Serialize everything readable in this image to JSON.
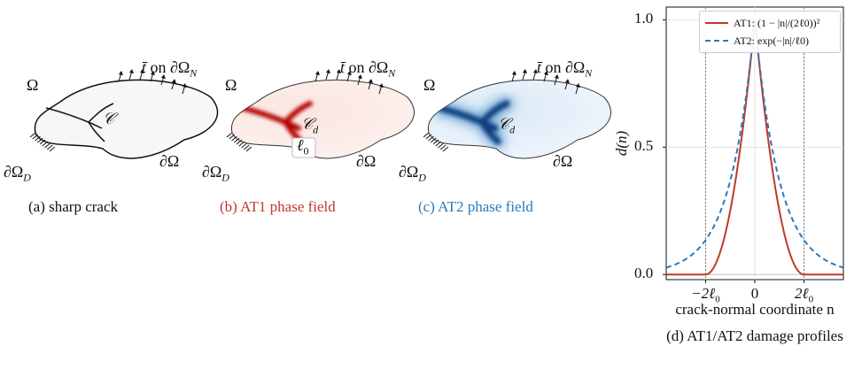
{
  "panels": {
    "a": {
      "caption": "(a) sharp crack",
      "omega": "Ω",
      "crack": "𝒞",
      "traction": "t̄",
      "traction_on": "on ∂Ω",
      "traction_sub": "N",
      "boundary": "∂Ω",
      "dirichlet": "∂Ω",
      "dirichlet_sub": "D"
    },
    "b": {
      "caption": "(b) AT1 phase field",
      "caption_color": "#c0392b",
      "omega": "Ω",
      "crack": "𝒞",
      "crack_sub": "d",
      "length": "ℓ",
      "length_sub": "0",
      "traction": "t̄",
      "traction_on": "on ∂Ω",
      "traction_sub": "N",
      "boundary": "∂Ω",
      "dirichlet": "∂Ω",
      "dirichlet_sub": "D"
    },
    "c": {
      "caption": "(c) AT2 phase field",
      "caption_color": "#2a7ab9",
      "omega": "Ω",
      "crack": "𝒞",
      "crack_sub": "d",
      "traction": "t̄",
      "traction_on": "on ∂Ω",
      "traction_sub": "N",
      "boundary": "∂Ω",
      "dirichlet": "∂Ω",
      "dirichlet_sub": "D"
    },
    "d": {
      "caption": "(d) AT1/AT2 damage profiles"
    }
  },
  "chart_data": {
    "type": "line",
    "xlabel": "crack-normal coordinate n",
    "ylabel": "d(n)",
    "xlim": [
      -3.6,
      3.6
    ],
    "ylim": [
      -0.02,
      1.05
    ],
    "x_ticks": [
      {
        "value": -2,
        "label": "−2ℓ"
      },
      {
        "value": 0,
        "label": "0"
      },
      {
        "value": 2,
        "label": "2ℓ"
      }
    ],
    "x_tick_sub": "0",
    "y_ticks": [
      {
        "value": 0,
        "label": "0.0"
      },
      {
        "value": 0.5,
        "label": "0.5"
      },
      {
        "value": 1,
        "label": "1.0"
      }
    ],
    "grid": true,
    "legend_position": "top-right",
    "series": [
      {
        "name": "AT1: (1 − |n|/(2ℓ0))²",
        "style": "solid",
        "color": "#c0392b",
        "x": [
          -3.6,
          -2.0,
          -1.5,
          -1.0,
          -0.5,
          0,
          0.5,
          1.0,
          1.5,
          2.0,
          3.6
        ],
        "y": [
          0,
          0,
          0.0625,
          0.25,
          0.5625,
          1,
          0.5625,
          0.25,
          0.0625,
          0,
          0
        ]
      },
      {
        "name": "AT2: exp(−|n|/ℓ0)",
        "style": "dashed",
        "color": "#2a7ab9",
        "x": [
          -3.6,
          -3.0,
          -2.0,
          -1.0,
          -0.5,
          0,
          0.5,
          1.0,
          2.0,
          3.0,
          3.6
        ],
        "y": [
          0.027,
          0.05,
          0.135,
          0.368,
          0.607,
          1,
          0.607,
          0.368,
          0.135,
          0.05,
          0.027
        ]
      }
    ]
  }
}
